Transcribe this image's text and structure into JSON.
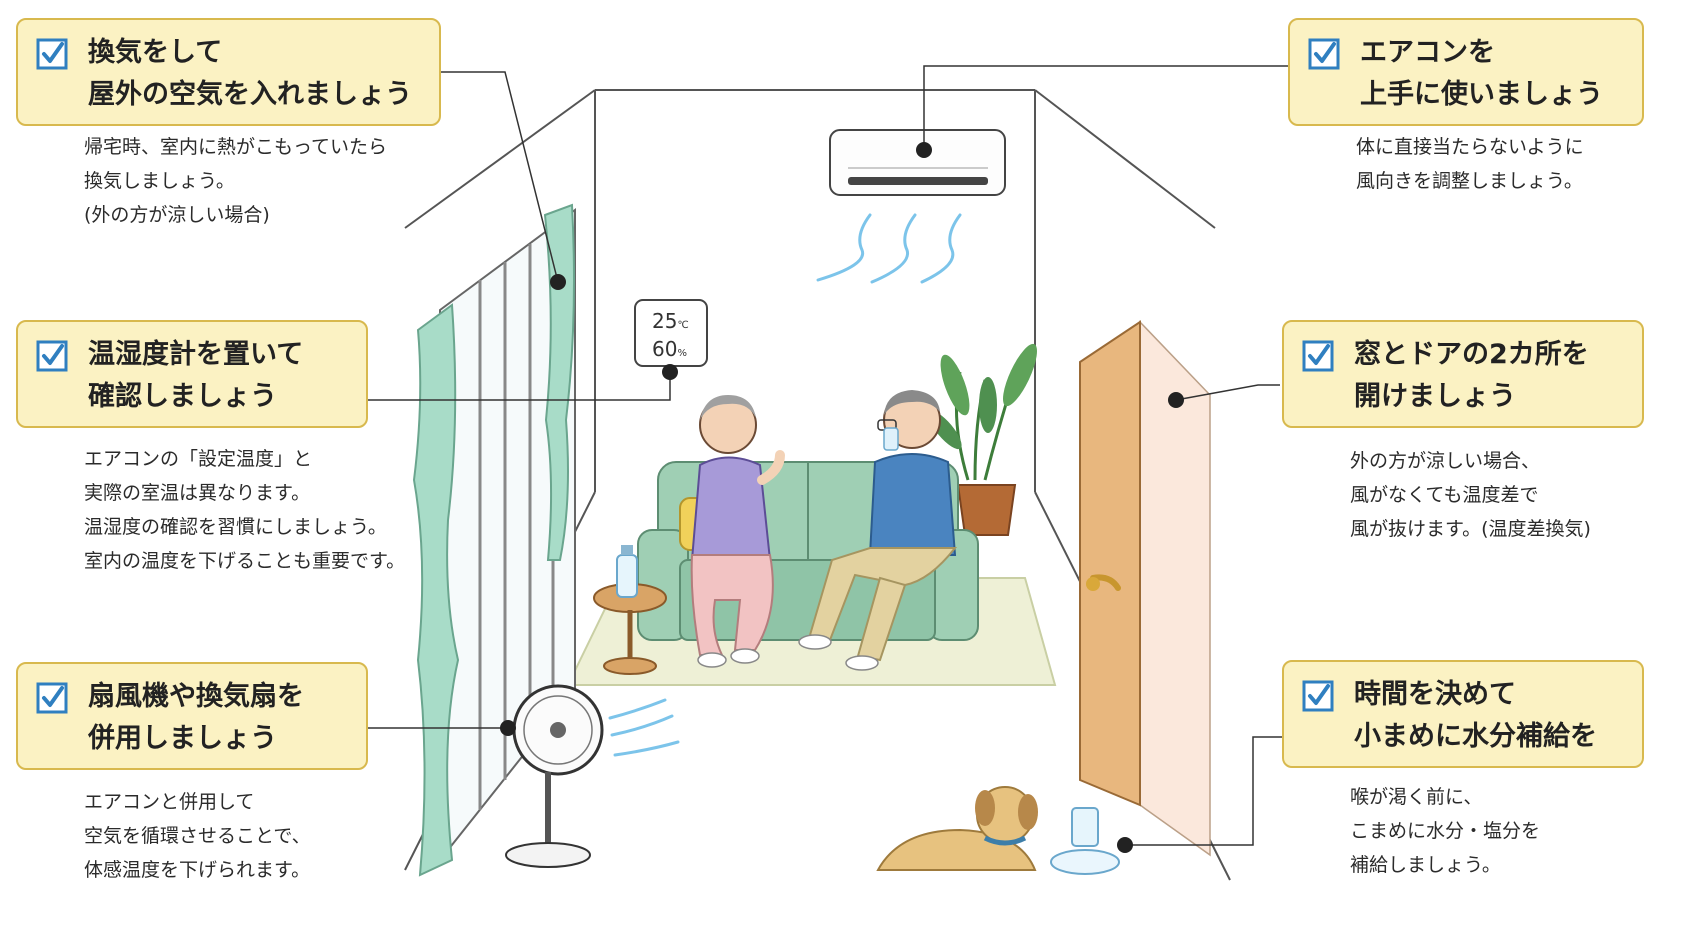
{
  "tips": {
    "ventilate": {
      "title": [
        "換気をして",
        "屋外の空気を入れましょう"
      ],
      "desc": [
        "帰宅時、室内に熱がこもっていたら",
        "換気しましょう。",
        "(外の方が涼しい場合)"
      ]
    },
    "hygrometer": {
      "title": [
        "温湿度計を置いて",
        "確認しましょう"
      ],
      "desc": [
        "エアコンの「設定温度」と",
        "実際の室温は異なります。",
        "温湿度の確認を習慣にしましょう。",
        "室内の温度を下げることも重要です。"
      ]
    },
    "fan": {
      "title": [
        "扇風機や換気扇を",
        "併用しましょう"
      ],
      "desc": [
        "エアコンと併用して",
        "空気を循環させることで、",
        "体感温度を下げられます。"
      ]
    },
    "aircon": {
      "title": [
        "エアコンを",
        "上手に使いましょう"
      ],
      "desc": [
        "体に直接当たらないように",
        "風向きを調整しましょう。"
      ]
    },
    "window_door": {
      "title": [
        "窓とドアの2カ所を",
        "開けましょう"
      ],
      "desc": [
        "外の方が涼しい場合、",
        "風がなくても温度差で",
        "風が抜けます。(温度差換気)"
      ]
    },
    "hydration": {
      "title": [
        "時間を決めて",
        "小まめに水分補給を"
      ],
      "desc": [
        "喉が渇く前に、",
        "こまめに水分・塩分を",
        "補給しましょう。"
      ]
    }
  },
  "hygrometer": {
    "temperature": "25",
    "temperature_unit": "℃",
    "humidity": "60",
    "humidity_unit": "%"
  },
  "colors": {
    "box_fill": "#fbf2c3",
    "box_border": "#d8b94e",
    "check_blue": "#2f7fc0",
    "wind_blue": "#7cc4ea",
    "sofa": "#9fcfb4",
    "curtain": "#a8dcc8",
    "door": "#e8b77e",
    "line": "#333333"
  }
}
